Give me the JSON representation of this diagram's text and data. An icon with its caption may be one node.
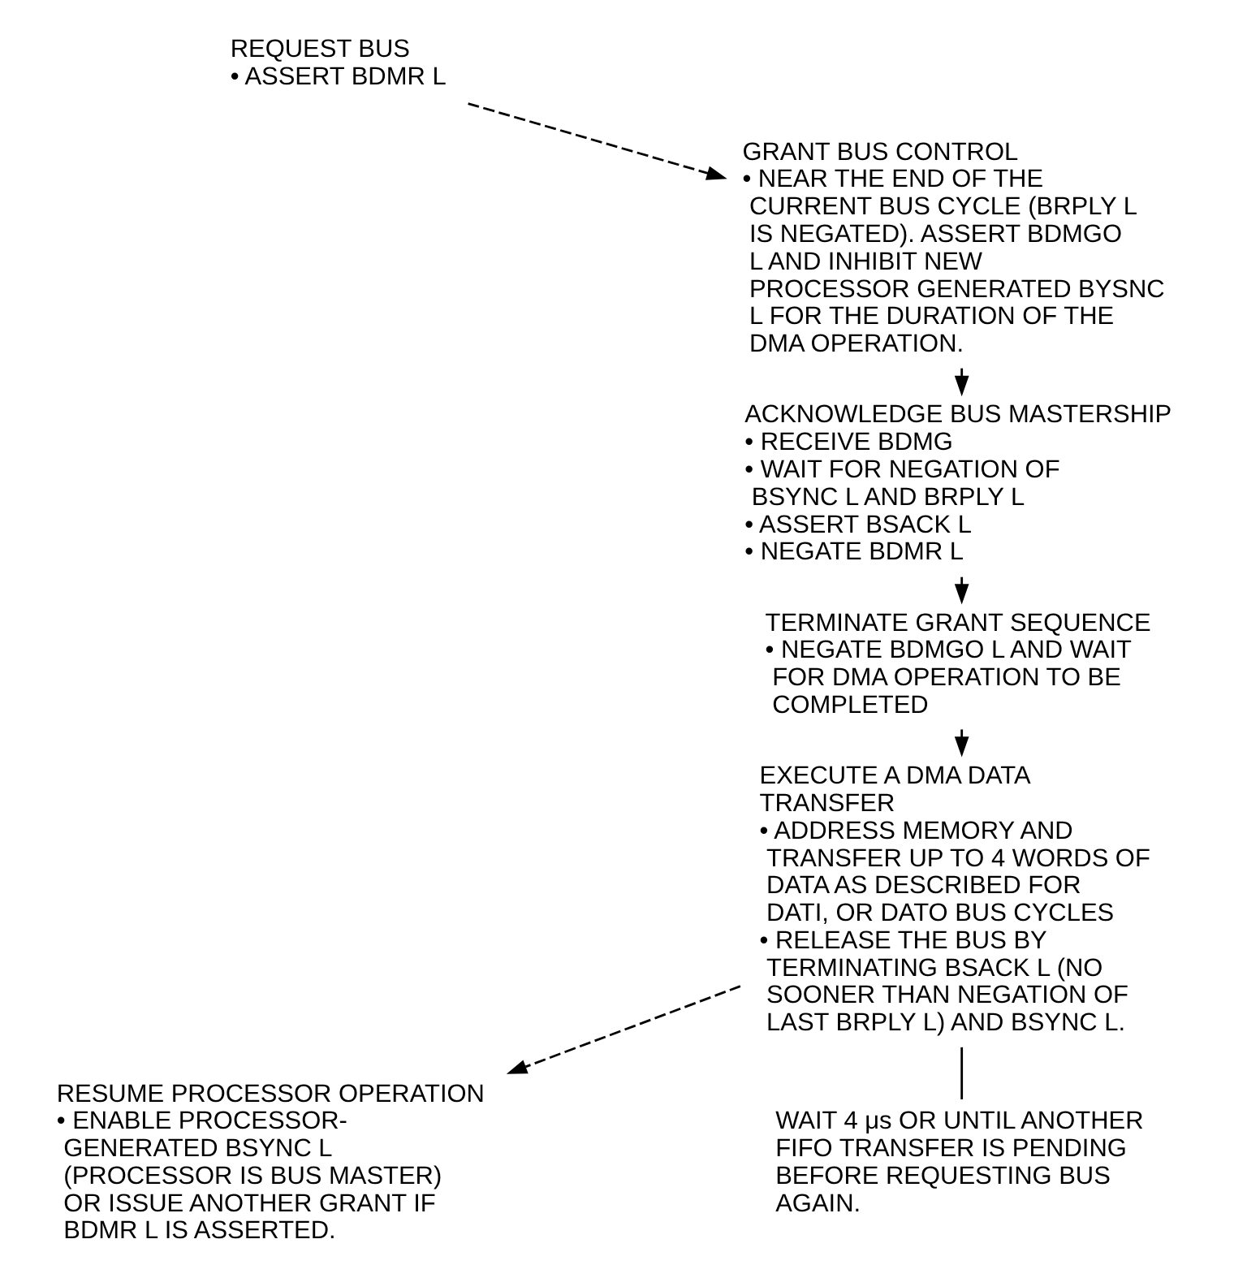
{
  "diagram": {
    "nodes": [
      {
        "text": [
          "REQUEST BUS",
          "• ASSERT BDMR L"
        ]
      },
      {
        "text": [
          "GRANT BUS CONTROL",
          "• NEAR THE END OF THE CURRENT BUS CYCLE (BRPLY L IS NEGATED). ASSERT BDMGO L AND INHIBIT NEW PROCESSOR GENERATED BYSNC L FOR THE DURATION OF THE DMA OPERATION."
        ]
      },
      {
        "text": [
          "ACKNOWLEDGE BUS MASTERSHIP",
          "• RECEIVE BDMG",
          "• WAIT FOR NEGATION OF BSYNC L AND BRPLY L",
          "• ASSERT BSACK L",
          "• NEGATE BDMR L"
        ]
      },
      {
        "text": [
          "TERMINATE GRANT SEQUENCE",
          "• NEGATE BDMGO L AND WAIT FOR DMA OPERATION TO BE COMPLETED"
        ]
      },
      {
        "text": [
          "EXECUTE A DMA DATA TRANSFER",
          "• ADDRESS MEMORY AND TRANSFER UP TO 4 WORDS OF DATA AS DESCRIBED FOR DATI, OR DATO BUS CYCLES",
          "• RELEASE THE BUS BY TERMINATING BSACK L (NO SOONER THAN NEGATION OF LAST BRPLY L) AND BSYNC L."
        ]
      },
      {
        "text": [
          "RESUME PROCESSOR OPERATION",
          "• ENABLE PROCESSOR-GENERATED BSYNC L (PROCESSOR IS BUS MASTER) OR ISSUE ANOTHER GRANT IF BDMR L IS ASSERTED."
        ]
      },
      {
        "text": [
          "WAIT 4 μs OR UNTIL ANOTHER FIFO TRANSFER IS PENDING BEFORE REQUESTING BUS AGAIN."
        ]
      }
    ],
    "edges": [
      {
        "from": 0,
        "to": 1,
        "arrow": "to",
        "style": "dashed"
      },
      {
        "from": 1,
        "to": 2,
        "arrow": "to",
        "style": "dashed"
      },
      {
        "from": 2,
        "to": 3,
        "arrow": "to",
        "style": "dashed"
      },
      {
        "from": 3,
        "to": 4,
        "arrow": "to",
        "style": "dashed"
      },
      {
        "from": 4,
        "to": 5,
        "arrow": "to",
        "style": "dashed"
      },
      {
        "from": 4,
        "to": 6,
        "arrow": "none"
      }
    ]
  }
}
